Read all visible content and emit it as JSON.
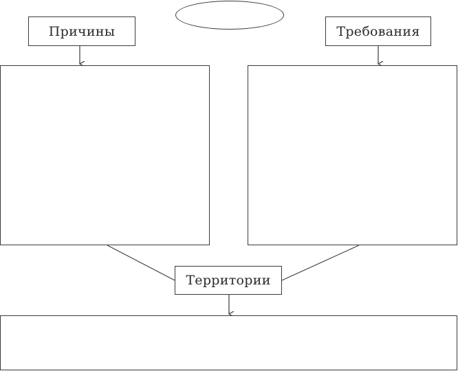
{
  "diagram": {
    "oval_text": "",
    "causes_label": "Причины",
    "requirements_label": "Требования",
    "territories_label": "Территории",
    "causes_content": "",
    "requirements_content": "",
    "territories_content": ""
  },
  "colors": {
    "stroke": "#3a3a3a",
    "background": "#ffffff",
    "text": "#2a2a2a"
  }
}
